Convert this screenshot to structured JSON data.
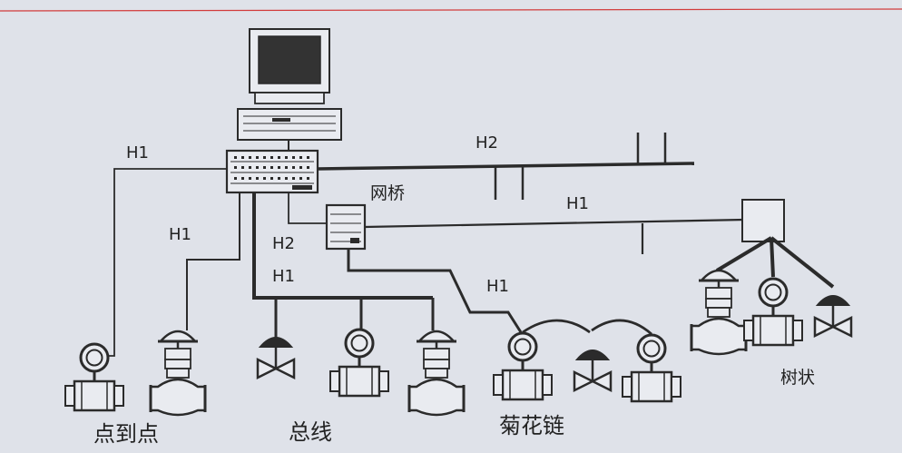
{
  "network_labels": {
    "h1": "H1",
    "h2": "H2",
    "bridge": "网桥"
  },
  "topology_labels": {
    "point_to_point": "点到点",
    "bus": "总线",
    "daisy_chain": "菊花链",
    "tree": "树状"
  },
  "colors": {
    "background": "#dfe2e9",
    "line": "#2b2b2b",
    "red_margin": "#d23c3c"
  },
  "icons": [
    "computer-icon",
    "controller-rack-icon",
    "bridge-icon",
    "junction-box-icon",
    "transmitter-icon",
    "control-valve-icon",
    "diaphragm-valve-icon"
  ]
}
